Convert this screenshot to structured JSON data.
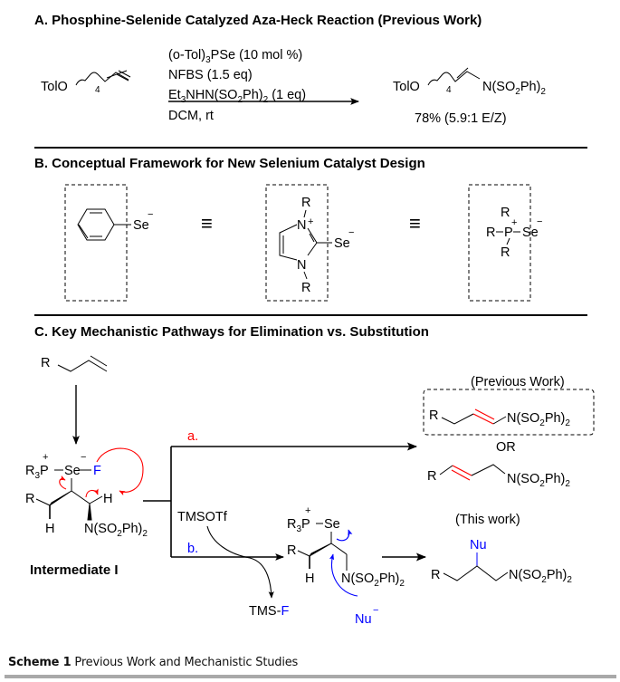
{
  "sections": {
    "a": {
      "title": "A. Phosphine-Selenide Catalyzed Aza-Heck Reaction (Previous Work)",
      "reactant": {
        "prefix": "TolO",
        "repeat": "4"
      },
      "conditions": [
        {
          "pre": "(o-Tol)",
          "sub": "3",
          "post": "PSe (10 mol %)"
        },
        {
          "pre": "NFBS (1.5 eq)",
          "sub": "",
          "post": ""
        },
        {
          "pre": "Et",
          "sub": "3",
          "mid": "NHN(SO",
          "sub2": "2",
          "mid2": "Ph)",
          "sub3": "2",
          "post": " (1 eq)"
        },
        {
          "pre": "DCM, rt",
          "sub": "",
          "post": ""
        }
      ],
      "product": {
        "prefix": "TolO",
        "repeat": "4",
        "group": "N(SO",
        "group_sub": "2",
        "group_mid": "Ph)",
        "group_sub2": "2"
      },
      "yield": "78% (5.9:1 E/Z)"
    },
    "b": {
      "title": "B. Conceptual Framework for New Selenium Catalyst Design",
      "se": "Se",
      "minus": "−",
      "plus": "+",
      "equiv": "≡",
      "n_label": "N",
      "r_label": "R",
      "p_label": "P"
    },
    "c": {
      "title": "C. Key Mechanistic Pathways for Elimination vs. Substitution",
      "start_r": "R",
      "intermediate_label": "Intermediate I",
      "r3p": "R",
      "r3p_sub": "3",
      "p": "P",
      "se": "Se",
      "f": "F",
      "h": "H",
      "r": "R",
      "nso2": "N(SO",
      "nso2_sub": "2",
      "nso2_mid": "Ph)",
      "nso2_sub2": "2",
      "path_a": "a.",
      "path_b": "b.",
      "tmsotf": "TMSOTf",
      "tms_f_prefix": "TMS-",
      "tms_f_suffix": "F",
      "nu": "Nu",
      "nu_minus": "−",
      "previous_work": "(Previous Work)",
      "or": "OR",
      "this_work": "(This work)"
    }
  },
  "caption": {
    "label": "Scheme 1",
    "text": " Previous Work and Mechanistic Studies"
  },
  "colors": {
    "red": "#ff0000",
    "blue": "#0000ff",
    "rule": "#a9a9a9"
  }
}
